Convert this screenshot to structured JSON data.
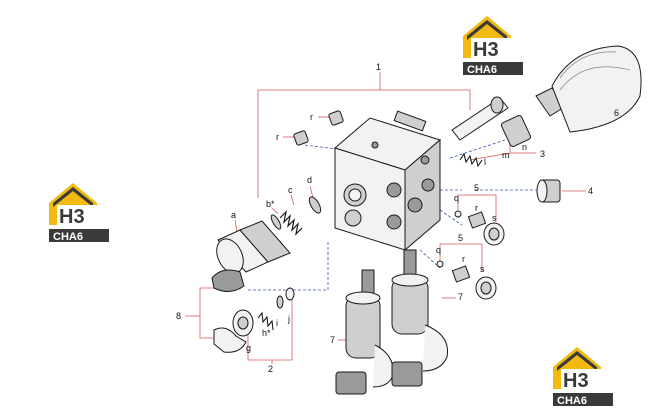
{
  "logos": [
    {
      "top": "H3",
      "bottom": "CHA6"
    },
    {
      "top": "H3",
      "bottom": "CHA6"
    },
    {
      "top": "H3",
      "bottom": "CHA6"
    }
  ],
  "callouts": {
    "n1": "1",
    "n2": "2",
    "n3": "3",
    "n4": "4",
    "n5a": "5",
    "n5b": "5",
    "n6": "6",
    "n7a": "7",
    "n7b": "7",
    "n8": "8",
    "a": "a",
    "b": "b*",
    "c": "c",
    "d": "d",
    "g": "g",
    "h": "h*",
    "i": "i",
    "j": "j",
    "l": "l",
    "m": "m",
    "n": "n",
    "q1": "q",
    "q2": "q",
    "r1": "r",
    "r2": "r",
    "r3": "r",
    "r4": "r",
    "s1": "s",
    "s2": "s"
  },
  "colors": {
    "logo_gold": "#f2b90f",
    "logo_dark": "#3a3a3a",
    "leader_red": "#d85a5a",
    "leader_blue": "#3b54b8"
  }
}
